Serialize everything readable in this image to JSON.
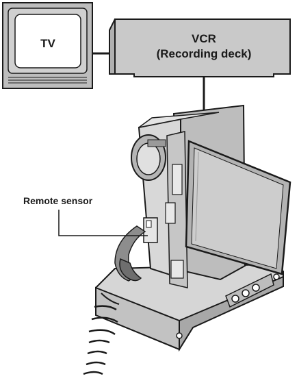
{
  "labels": {
    "tv": "TV",
    "vcr_line1": "VCR",
    "vcr_line2": "(Recording deck)",
    "remote_sensor": "Remote sensor"
  },
  "colors": {
    "outline": "#1a1a1a",
    "tv_body": "#bdbdbd",
    "screen": "#ffffff",
    "vcr_body": "#c9c9c9",
    "camera_light": "#d8d8d8",
    "camera_mid": "#b3b3b3",
    "camera_dark": "#8d8d8d"
  },
  "icons": [
    "tv-icon",
    "vcr-icon",
    "camcorder-icon",
    "docking-station-icon",
    "remote-signal-icon"
  ]
}
